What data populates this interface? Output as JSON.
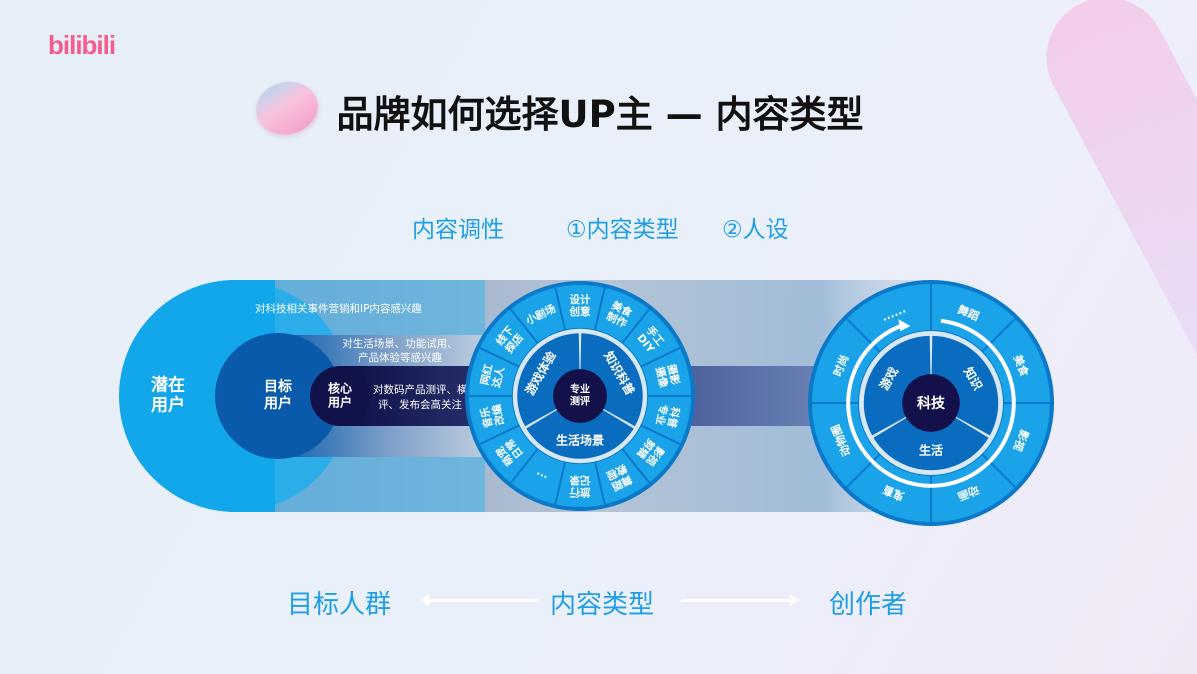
{
  "logo": "bilibili",
  "title": "品牌如何选择UP主 — 内容类型",
  "top_labels": [
    "内容调性",
    "①内容类型",
    "②人设"
  ],
  "audience": {
    "outer": {
      "label": "潜在用户",
      "desc": "对科技相关事件营销和IP内容感兴趣"
    },
    "target": {
      "label": "目标用户",
      "desc": "对生活场景、功能试用、产品体验等感兴趣"
    },
    "core": {
      "label": "核心用户",
      "desc": "对数码产品测评、横评、发布会高关注"
    }
  },
  "content_wheel": {
    "center": "专业测评",
    "inner": [
      "知识科普",
      "生活场景",
      "游戏体验"
    ],
    "outer": [
      "设计创意",
      "美食制作",
      "手工DIY",
      "摄影摄像",
      "科普专业",
      "影视剪辑",
      "舞蹈教程",
      "旅行记录",
      "...",
      "萌宠日常",
      "音乐改编",
      "网红达人",
      "线下探店",
      "小剧场"
    ]
  },
  "creator_wheel": {
    "center": "科技",
    "inner": [
      "知识",
      "生活",
      "游戏"
    ],
    "outer": [
      "舞蹈",
      "美食",
      "影视",
      "动画",
      "鬼畜",
      "动物圈",
      "时尚",
      "......"
    ]
  },
  "bottom_labels": [
    "目标人群",
    "内容类型",
    "创作者"
  ],
  "colors": {
    "accent": "#1f9ee6",
    "ring": "#1aa3e8",
    "inner": "#0a6cbf",
    "center": "#14104a",
    "brand": "#f25d8e"
  }
}
